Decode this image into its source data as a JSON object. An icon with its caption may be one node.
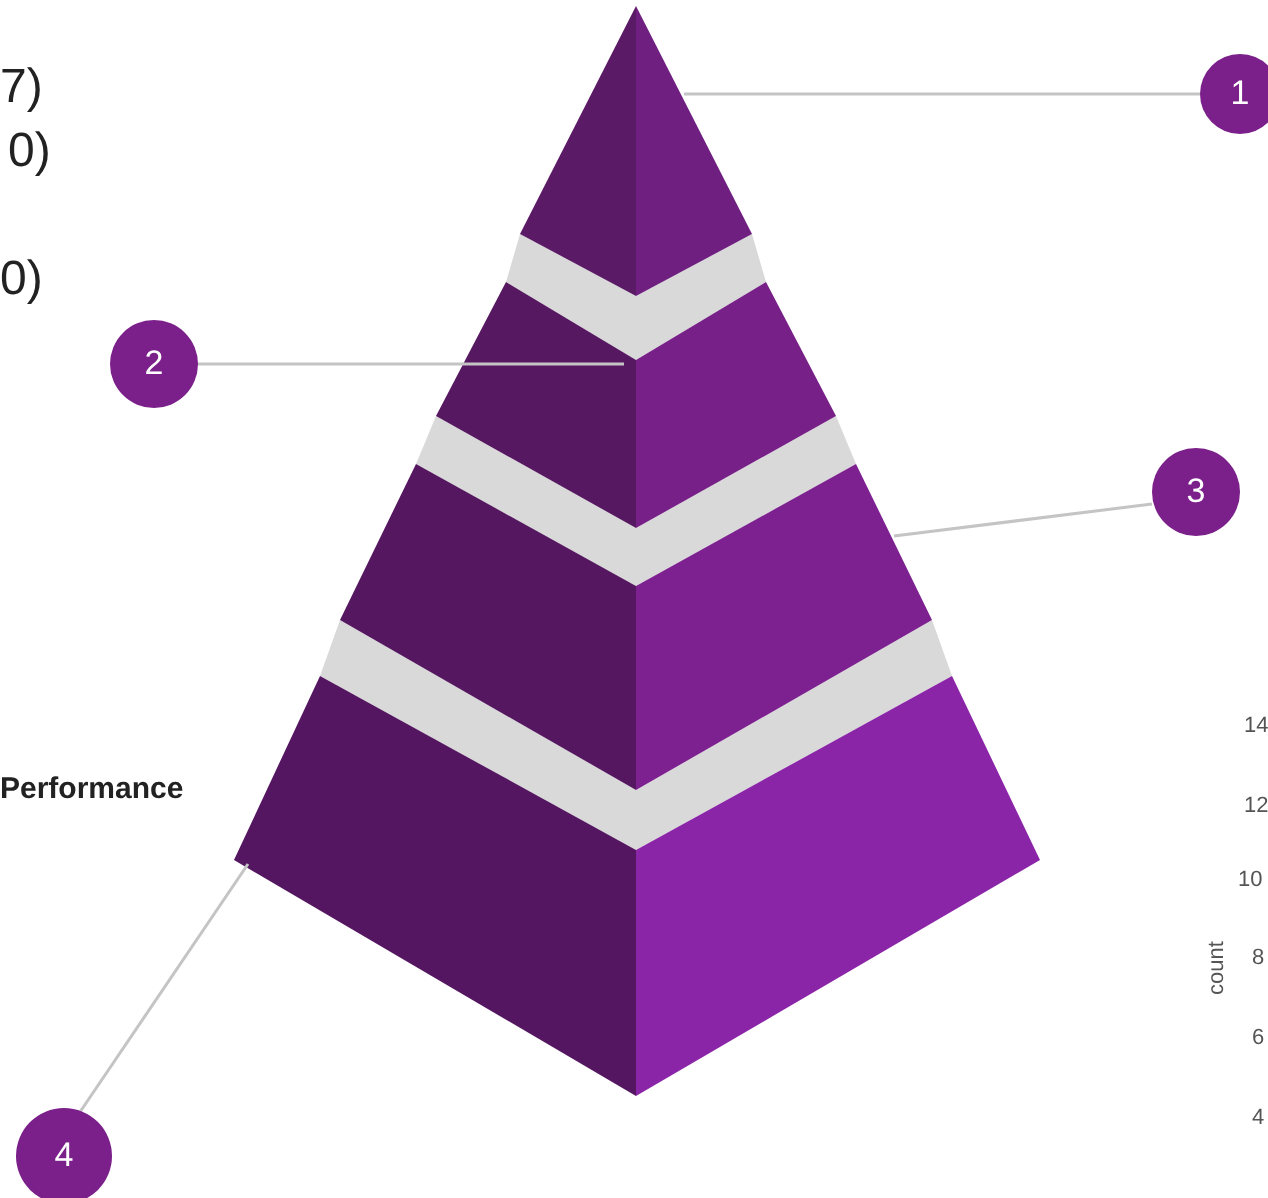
{
  "diagram": {
    "nodes": [
      {
        "text": [],
        "shape": "triangle"
      },
      {
        "text": [],
        "shape": "trapezoid"
      },
      {
        "text": [],
        "shape": "trapezoid"
      },
      {
        "text": [],
        "shape": "trapezoid"
      },
      {
        "text": [
          "1"
        ]
      },
      {
        "text": [
          "2"
        ]
      },
      {
        "text": [
          "3"
        ]
      },
      {
        "text": [
          "4"
        ]
      }
    ],
    "edges": [
      {
        "from": 4,
        "to": 0,
        "arrow": "none"
      },
      {
        "from": 5,
        "to": 1,
        "arrow": "none"
      },
      {
        "from": 6,
        "to": 2,
        "arrow": "none"
      },
      {
        "from": 7,
        "to": 3,
        "arrow": "none"
      }
    ],
    "labels": [
      "7)",
      "0)",
      "0)",
      "Performance",
      "14",
      "12",
      "10",
      "count",
      "8",
      "6",
      "4"
    ]
  }
}
